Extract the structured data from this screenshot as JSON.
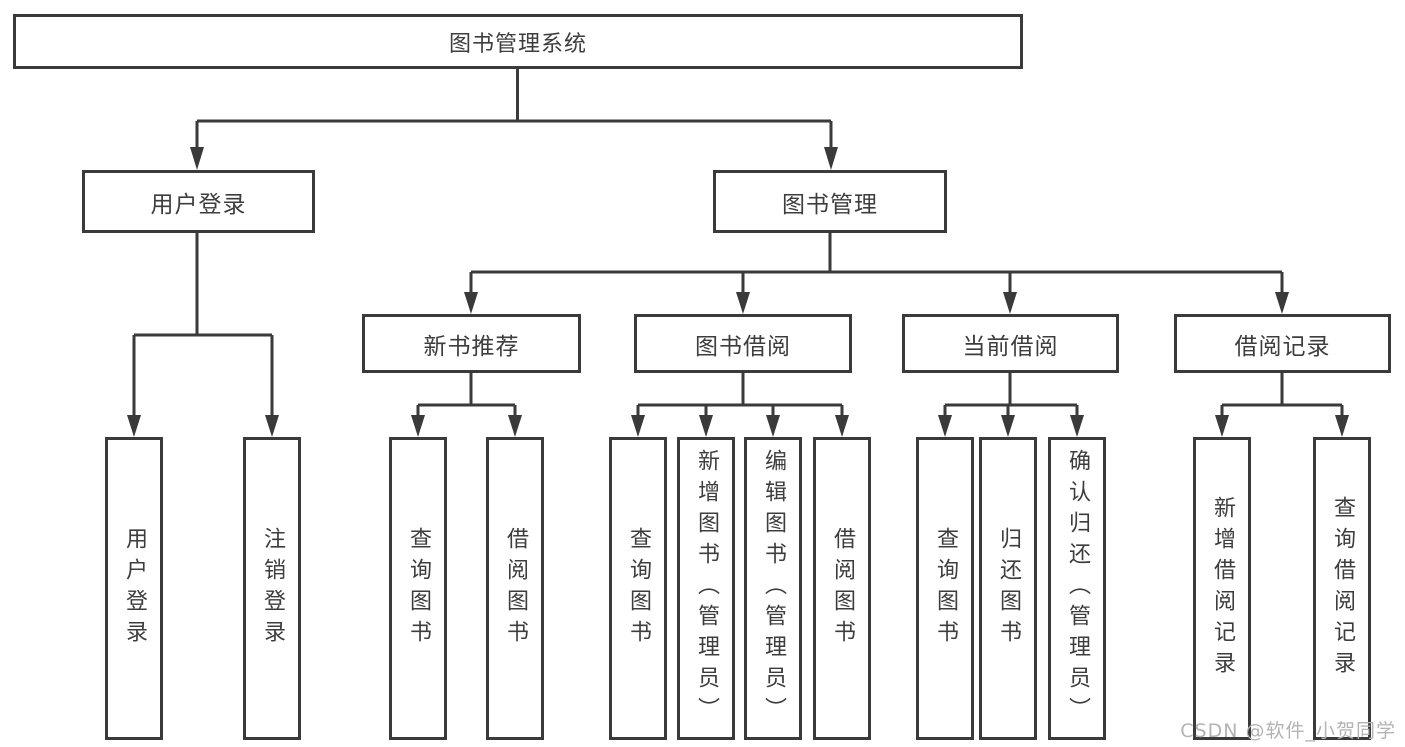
{
  "diagram": {
    "title": "图书管理系统",
    "level1": [
      {
        "label": "用户登录"
      },
      {
        "label": "图书管理"
      }
    ],
    "level2": [
      {
        "label": "新书推荐",
        "parent": "图书管理"
      },
      {
        "label": "图书借阅",
        "parent": "图书管理"
      },
      {
        "label": "当前借阅",
        "parent": "图书管理"
      },
      {
        "label": "借阅记录",
        "parent": "图书管理"
      }
    ],
    "leaves": [
      {
        "label": "用户登录",
        "parent": "用户登录"
      },
      {
        "label": "注销登录",
        "parent": "用户登录"
      },
      {
        "label": "查询图书",
        "parent": "新书推荐"
      },
      {
        "label": "借阅图书",
        "parent": "新书推荐"
      },
      {
        "label": "查询图书",
        "parent": "图书借阅"
      },
      {
        "label": "新增图书（管理员）",
        "parent": "图书借阅"
      },
      {
        "label": "编辑图书（管理员）",
        "parent": "图书借阅"
      },
      {
        "label": "借阅图书",
        "parent": "图书借阅"
      },
      {
        "label": "查询图书",
        "parent": "当前借阅"
      },
      {
        "label": "归还图书",
        "parent": "当前借阅"
      },
      {
        "label": "确认归还（管理员）",
        "parent": "当前借阅"
      },
      {
        "label": "新增借阅记录",
        "parent": "借阅记录"
      },
      {
        "label": "查询借阅记录",
        "parent": "借阅记录"
      }
    ],
    "watermark": "CSDN @软件_小贺同学",
    "colors": {
      "line": "#3a3a3a",
      "text": "#3d3d3d",
      "background": "#ffffff",
      "watermark": "#b3b3b3"
    }
  }
}
